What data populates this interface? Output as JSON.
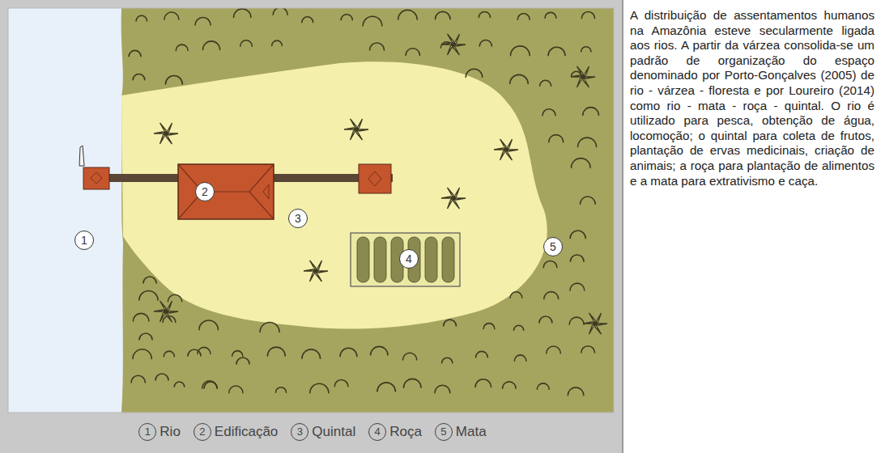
{
  "diagram": {
    "labels": [
      "1",
      "2",
      "3",
      "4",
      "5",
      "1",
      "2",
      "3",
      "4",
      "5",
      "A distribuição de assentamentos humanos na Amazônia esteve secularmente ligada aos rios. A partir da várzea consolida-se um padrão de organização do espaço denominado por Porto-Gonçalves (2005) de rio - várzea - floresta e por Loureiro (2014) como rio - mata - roça - quintal. O rio é utilizado para pesca, obtenção de água, locomoção; o quintal para coleta de frutos, plantação de ervas medicinais, criação de animais; a roça para plantação de alimentos e a mata para extrativismo e caça."
    ],
    "legend": [
      {
        "text": "Rio"
      },
      {
        "text": "Edificação"
      },
      {
        "text": "Quintal"
      },
      {
        "text": "Roça"
      },
      {
        "text": "Mata"
      }
    ]
  }
}
